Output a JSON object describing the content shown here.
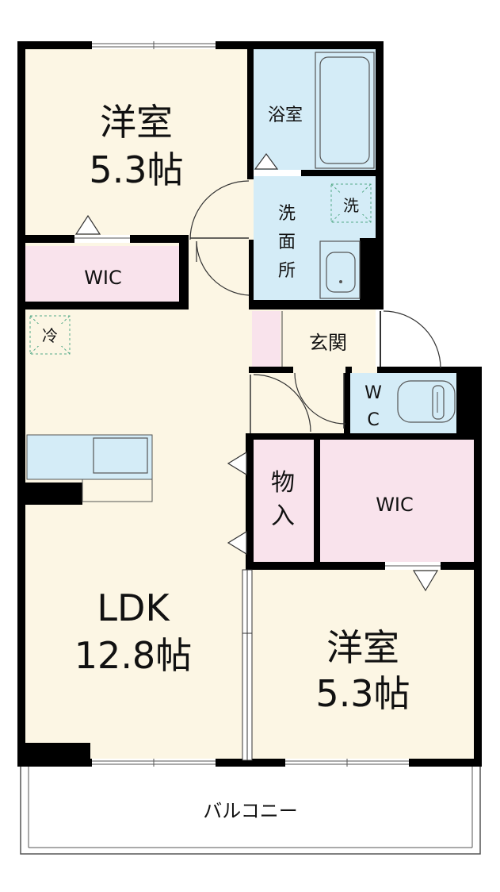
{
  "rooms": {
    "western_top": {
      "name": "洋室",
      "size": "5.3帖"
    },
    "wic_left": {
      "name": "WIC"
    },
    "bath": {
      "name": "浴室"
    },
    "washroom": {
      "name_lines": [
        "洗",
        "面",
        "所"
      ]
    },
    "washer_mark": {
      "name": "洗"
    },
    "fridge_mark": {
      "name": "冷"
    },
    "entrance": {
      "name": "玄関"
    },
    "wc": {
      "name_lines": [
        "W",
        "C"
      ]
    },
    "storage": {
      "name_lines": [
        "物",
        "入"
      ]
    },
    "wic_right": {
      "name": "WIC"
    },
    "ldk": {
      "name": "LDK",
      "size": "12.8帖"
    },
    "western_bottom": {
      "name": "洋室",
      "size": "5.3帖"
    },
    "balcony": {
      "name": "バルコニー"
    }
  },
  "colors": {
    "room_beige": "#fcf6e4",
    "wic_pink": "#f9e3ec",
    "wet_blue": "#d4ecf7",
    "wall": "#000000"
  }
}
